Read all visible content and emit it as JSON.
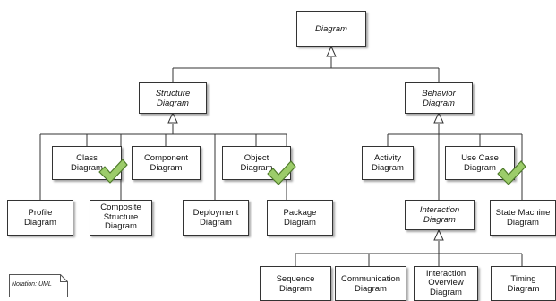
{
  "nodes": {
    "diagram": "Diagram",
    "structure": "Structure\nDiagram",
    "behavior": "Behavior\nDiagram",
    "class": "Class\nDiagram",
    "component": "Component\nDiagram",
    "object": "Object\nDiagram",
    "profile": "Profile\nDiagram",
    "composite": "Composite\nStructure\nDiagram",
    "deployment": "Deployment\nDiagram",
    "package": "Package\nDiagram",
    "activity": "Activity\nDiagram",
    "usecase": "Use Case\nDiagram",
    "interaction": "Interaction\nDiagram",
    "statemachine": "State Machine\nDiagram",
    "sequence": "Sequence\nDiagram",
    "communication": "Communication\nDiagram",
    "overview": "Interaction\nOverview\nDiagram",
    "timing": "Timing\nDiagram"
  },
  "note": "Notation: UML",
  "colors": {
    "check": "#9ccc6a",
    "check_outline": "#4e7a2a",
    "border": "#333333"
  },
  "icons": {
    "checkmark": "checkmark-icon"
  }
}
